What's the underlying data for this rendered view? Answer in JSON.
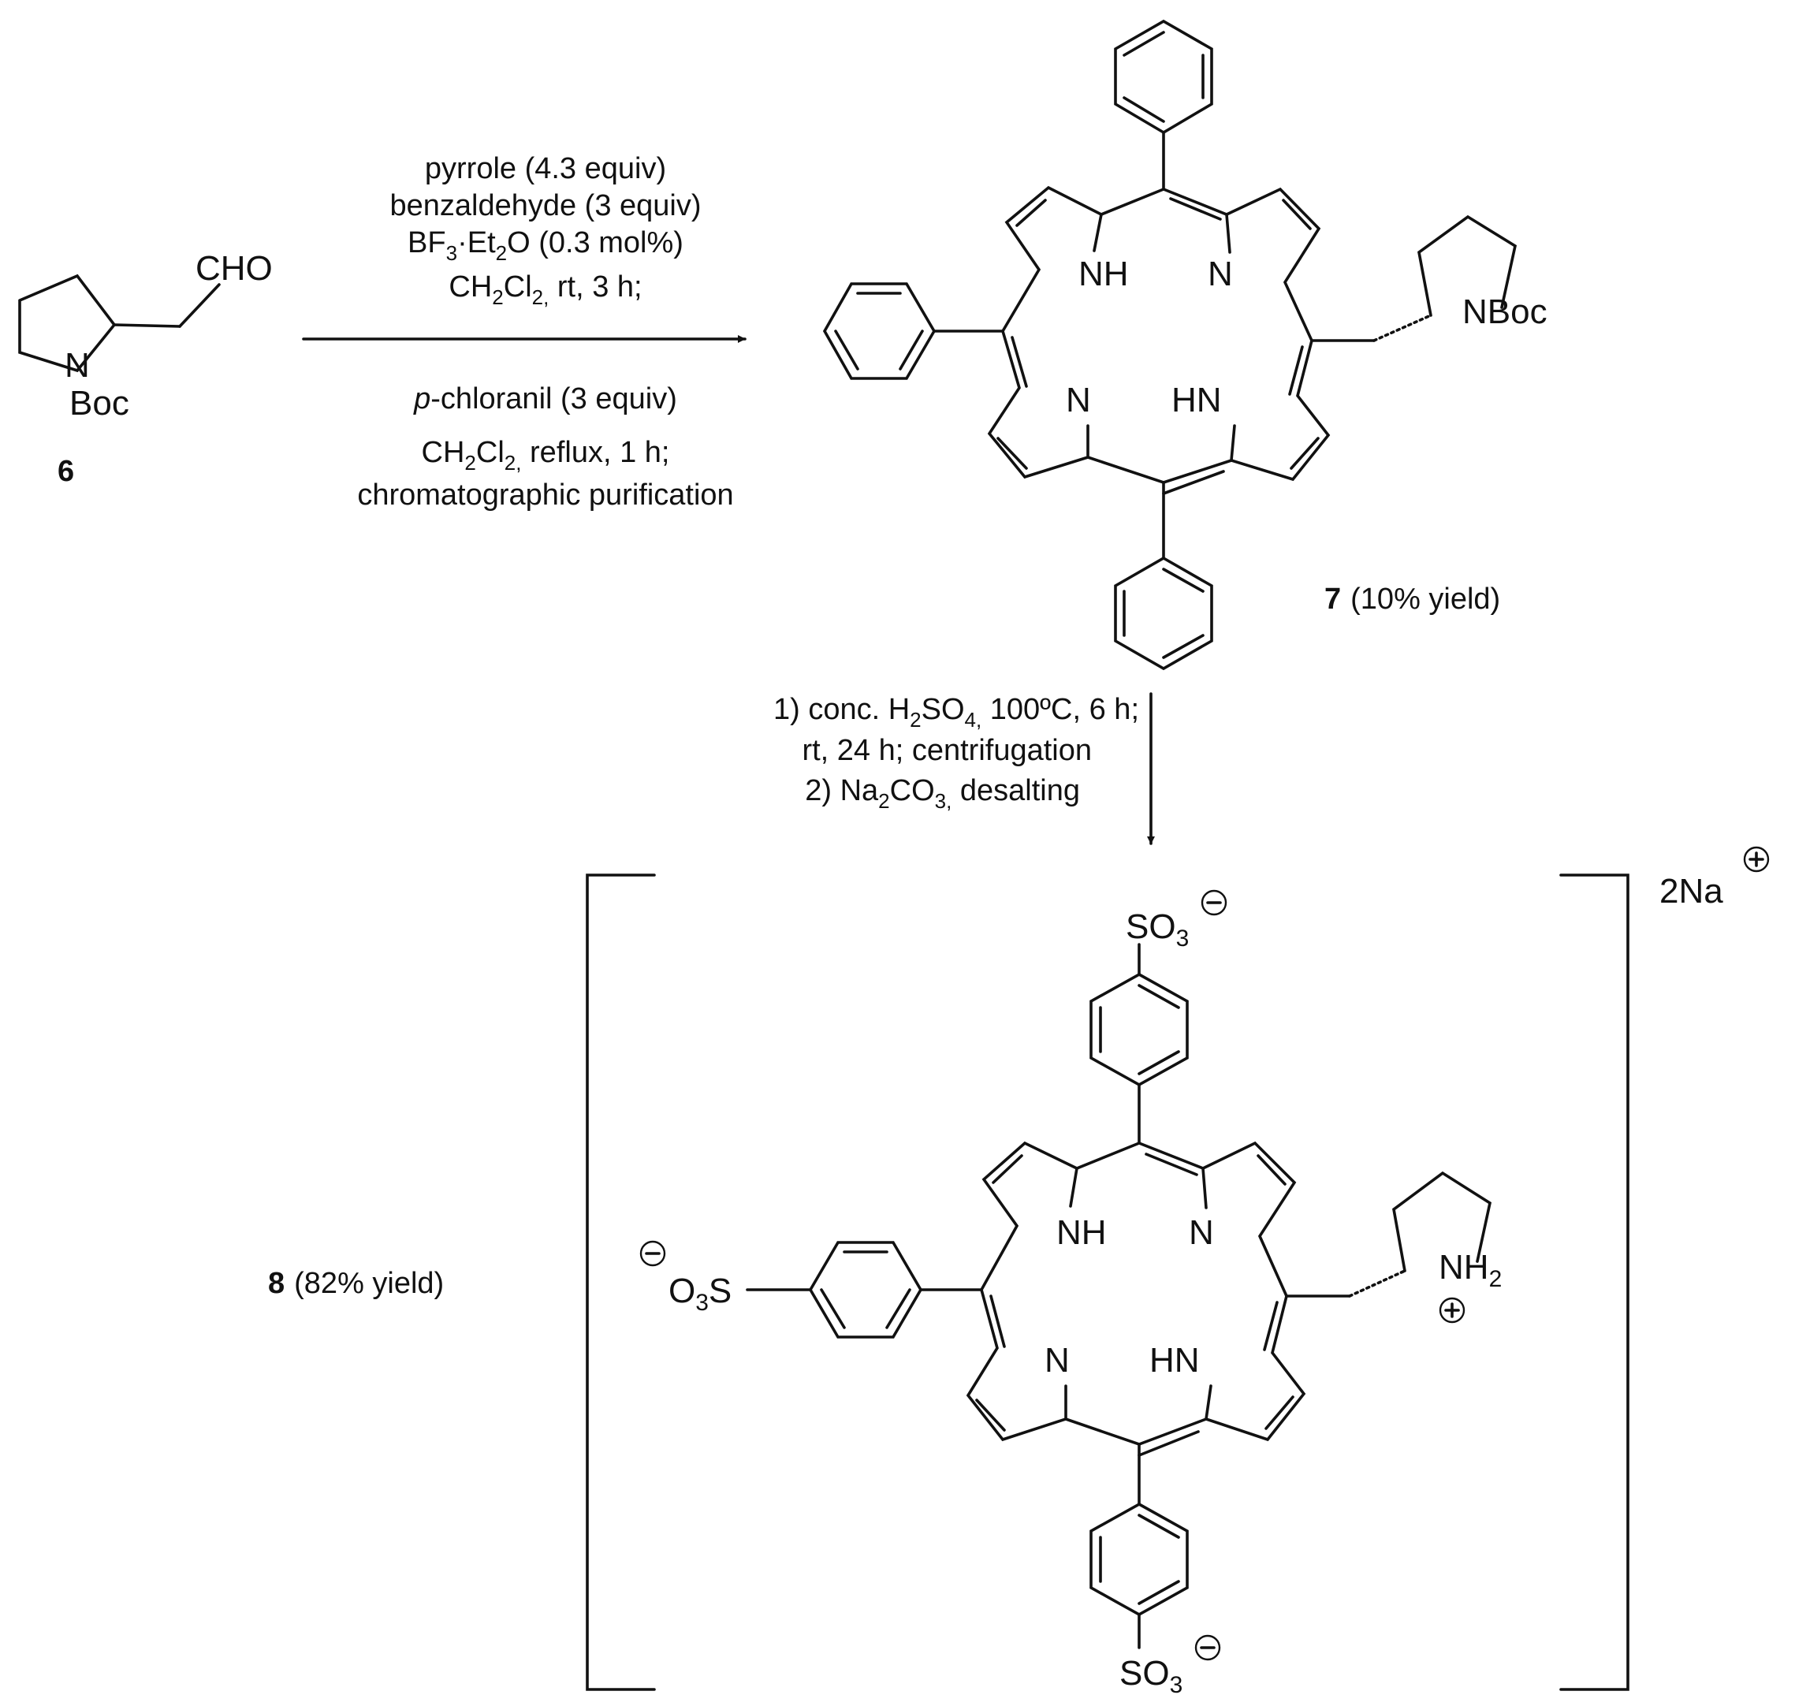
{
  "compounds": {
    "c6": {
      "number": "6",
      "aldehyde": "CHO",
      "n": "N",
      "protecting_group": "Boc"
    },
    "c7": {
      "number": "7",
      "yield": "(10% yield)",
      "nh_top": "NH",
      "n_top": "N",
      "n_bottom": "N",
      "hn_bottom": "HN",
      "substituent": "NBoc"
    },
    "c8": {
      "number": "8",
      "yield": "(82% yield)",
      "nh_top": "NH",
      "n_top": "N",
      "n_bottom": "N",
      "hn_bottom": "HN",
      "so3_top": "SO",
      "so3_top_sub": "3",
      "so3_bottom": "SO",
      "so3_bottom_sub": "3",
      "so3_left": "O",
      "so3_left_sub": "3",
      "so3_left_s": "S",
      "ammonium": "NH",
      "ammonium_sub": "2",
      "counterion": "2Na"
    }
  },
  "step1": {
    "line1": "pyrrole (4.3 equiv)",
    "line2": "benzaldehyde (3 equiv)",
    "line3_a": "BF",
    "line3_sub1": "3",
    "line3_b": "·Et",
    "line3_sub2": "2",
    "line3_c": "O (0.3 mol%)",
    "line4_a": "CH",
    "line4_sub1": "2",
    "line4_b": "Cl",
    "line4_sub2": "2,",
    "line4_c": " rt, 3 h;",
    "line5_italic": "p",
    "line5_rest": "-chloranil (3 equiv)",
    "line6_a": "CH",
    "line6_sub1": "2",
    "line6_b": "Cl",
    "line6_sub2": "2,",
    "line6_c": " reflux, 1 h;",
    "line7": "chromatographic purification"
  },
  "step2": {
    "line1_a": "1) conc. H",
    "line1_sub1": "2",
    "line1_b": "SO",
    "line1_sub2": "4,",
    "line1_c": " 100ºC, 6 h;",
    "line2": "rt, 24 h; centrifugation",
    "line3_a": "2) Na",
    "line3_sub1": "2",
    "line3_b": "CO",
    "line3_sub2": "3,",
    "line3_c": " desalting"
  }
}
